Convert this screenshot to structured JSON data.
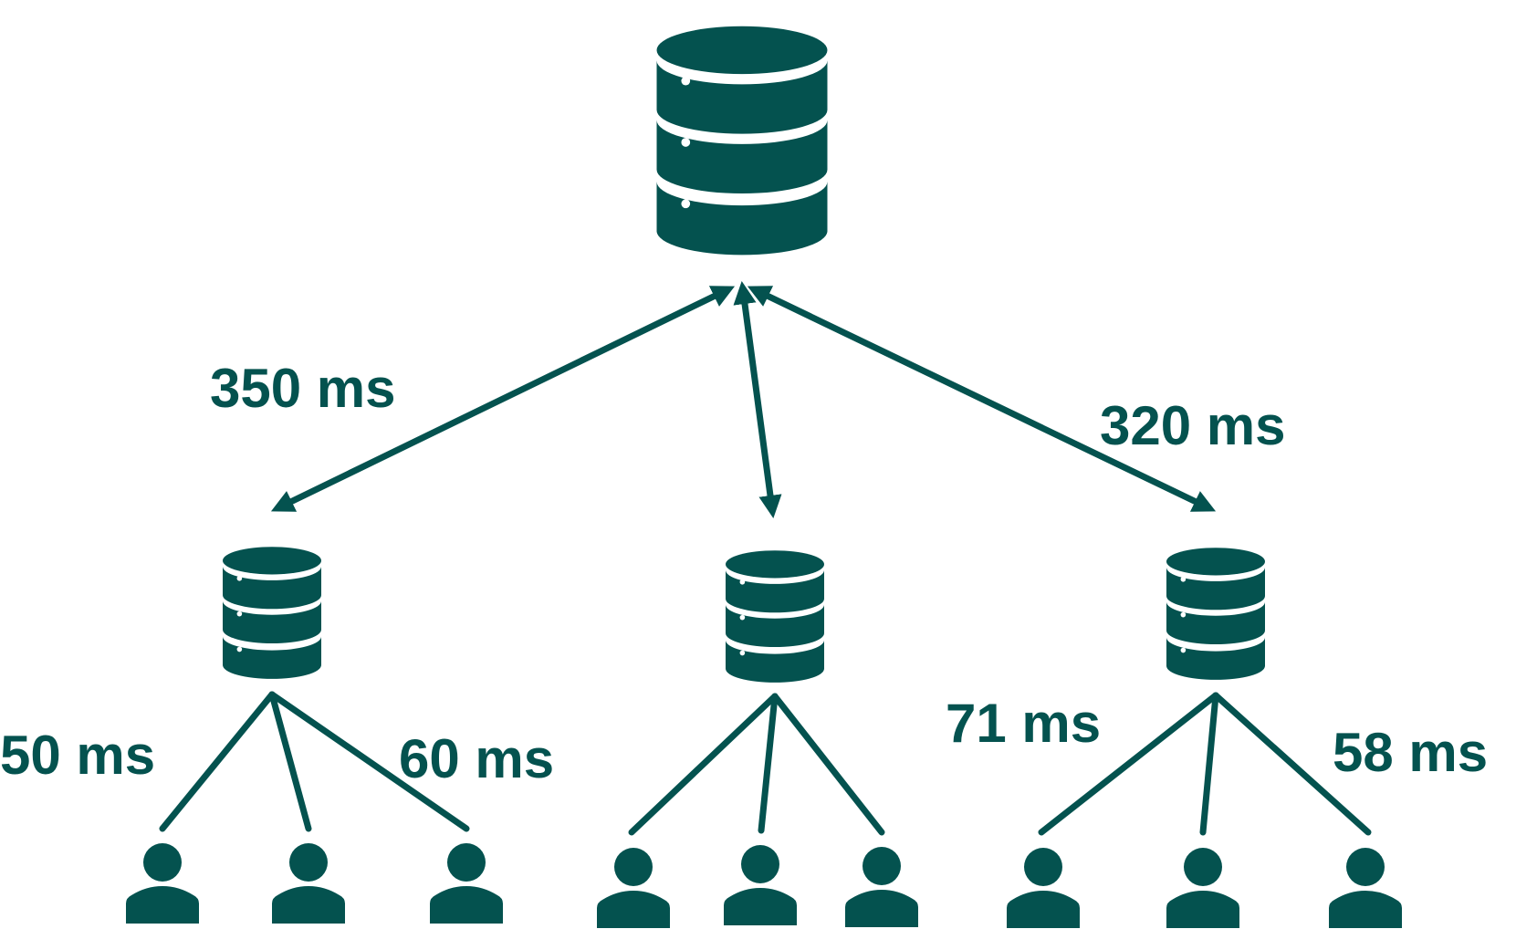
{
  "colors": {
    "primary": "#04524f",
    "background": "#ffffff"
  },
  "icons": {
    "server": "database-icon",
    "user": "user-icon"
  },
  "links": {
    "central_to_left": "350 ms",
    "central_to_right": "320 ms"
  },
  "regions": [
    {
      "user_latencies": [
        "50 ms",
        "60 ms"
      ]
    },
    {
      "user_latencies": []
    },
    {
      "user_latencies": [
        "71 ms",
        "58 ms"
      ]
    }
  ]
}
